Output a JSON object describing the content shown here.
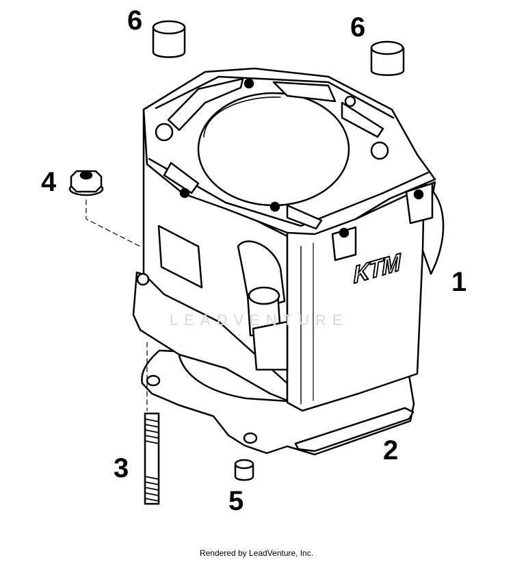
{
  "callouts": {
    "c1": "1",
    "c2": "2",
    "c3": "3",
    "c4": "4",
    "c5": "5",
    "c6a": "6",
    "c6b": "6"
  },
  "watermark": "LEADVENTURE",
  "footer": "Rendered by LeadVenture, Inc.",
  "brand_logo": "KTM",
  "colors": {
    "line": "#000000",
    "background": "#ffffff",
    "watermark": "#d8d8d8"
  }
}
